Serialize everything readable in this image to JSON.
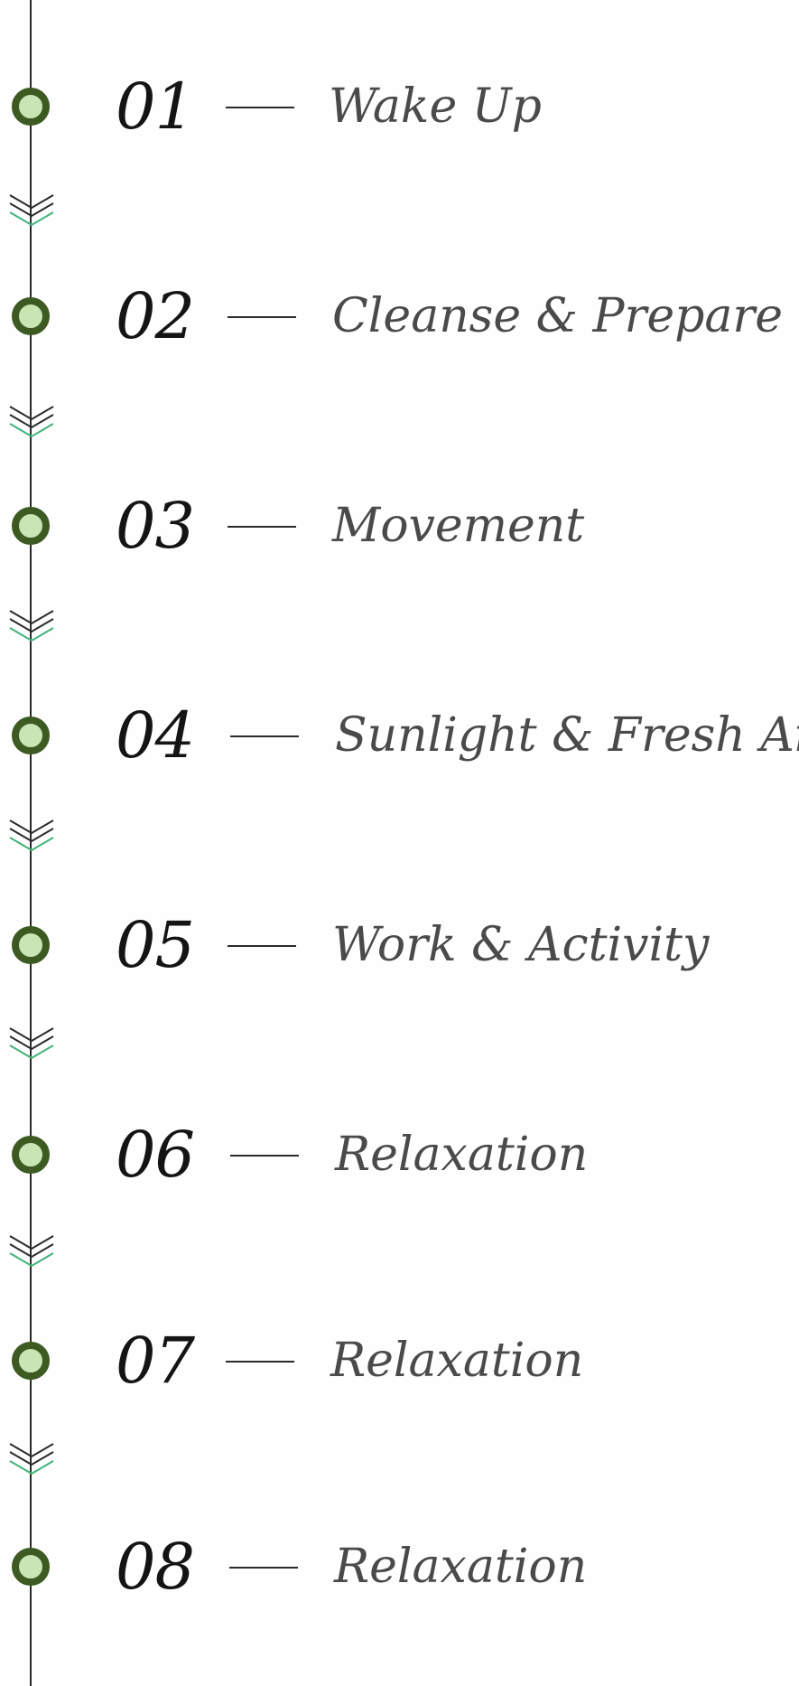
{
  "steps": [
    {
      "number": "01",
      "label": "Wake Up"
    },
    {
      "number": "02",
      "label": "Cleanse & Prepare"
    },
    {
      "number": "03",
      "label": "Movement"
    },
    {
      "number": "04",
      "label": "Sunlight & Fresh Air"
    },
    {
      "number": "05",
      "label": "Work & Activity"
    },
    {
      "number": "06",
      "label": "Relaxation"
    },
    {
      "number": "07",
      "label": "Relaxation"
    },
    {
      "number": "08",
      "label": "Relaxation"
    }
  ],
  "colors": {
    "dot_fill": "#c8e6b4",
    "dot_ring": "#3c5a22",
    "chevron_dark": "#2a2a2a",
    "chevron_accent": "#3fb37a",
    "number_text": "#141414",
    "label_text": "#4a4a4a"
  },
  "icons": {
    "step_marker": "circle-dot-icon",
    "connector": "triple-chevron-down-icon"
  }
}
